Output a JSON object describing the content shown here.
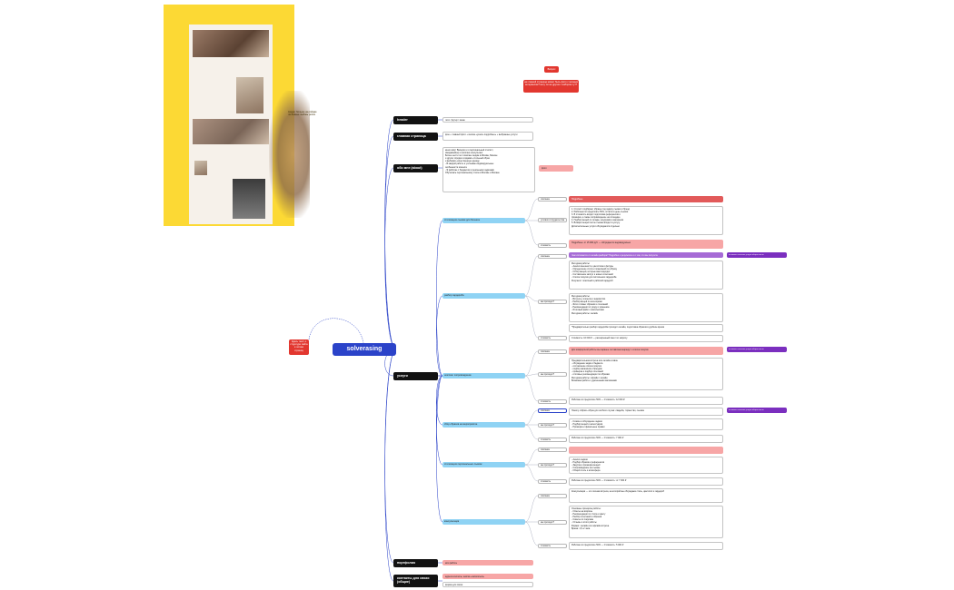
{
  "root": {
    "label": "solverasing"
  },
  "preview": {
    "caption": "Акцент больше на рэйдже ля безные любовь ролик"
  },
  "note_top": {
    "title": "Вопрос",
    "text": "на главной странице может быть фото с мизным интервалом? могу ли на другие с набором тут?"
  },
  "note_left": {
    "text": "Здесь текст о структуре сайта и логике страниц"
  },
  "sections": {
    "header": {
      "title": "header",
      "note": "лого / футер / меню"
    },
    "main": {
      "title": "главная страница",
      "note": "фон + главный фото + кнопка «узнать подробнее» + выбранные услуги"
    },
    "about": {
      "title": "обо мне (about)",
      "tag": "фото",
      "text": [
        "меня зовут Валерия и я персональный стилист,",
        "имиджмейкер и шоппинг-консультант",
        "Более шести лет помогаю людям в Москве, Минске",
        "и других городах создавать стильный образ",
        "и выбирать качественную одежду",
        "- В каждой работе я учитываю индивидуальные",
        "особенности клиента",
        "- Я работаю с бюджетом и реальными задачами",
        "Обучалась персональному стилю в Москве и Милане"
      ]
    },
    "services": {
      "title": "услуги"
    },
    "portfolio": {
      "title": "портфолио",
      "note": "мои работы"
    },
    "contacts": {
      "title": "контакты для связи (общие)",
      "note": "адреса контакты, кнопка «записаться»",
      "note2": "форма для связи"
    }
  },
  "side_tag": "на макет спасены услуги общая часть",
  "services": [
    {
      "name": "стилизация съемки для бизнеса",
      "rows": [
        {
          "label": "описание",
          "note": "Подробнее"
        },
        {
          "label": "условия сотрудничества",
          "text": [
            "1. Стилист подбирает образы под задачу съемки и бренд",
            "2. Работаем по предоплате 50%, остаток в день съемки",
            "3. В стоимость входит подготовка референсов и",
            "   примерка, а также сопровождение на площадке",
            "4. Подбор вещей со склада, шоурумов и магазинов",
            "5. Возврат вещей после съемки входит в услугу",
            "Дополнительные услуги обсуждаются отдельно"
          ]
        },
        {
          "label": "стоимость",
          "note": "Подробнее: от 15 000 руб. — обсуждается индивидуально"
        }
      ]
    },
    {
      "name": "разбор гардероба",
      "head": "Чем отличается от онлайн разбора? Подробно о результате и о том, что вы получите",
      "rows": [
        {
          "label": "описание",
          "text": [
            "Методика работы:",
            "- Анализ внешности, цветотипа и фигуры",
            "- Определение стиля и пожеланий по образу",
            "- Отбор вещей, которые вам подходят",
            "- Составление капсул и новых сочетаний",
            "- Список покупок для пополнения гардероба",
            "Результат: понятный и рабочий гардероб"
          ]
        },
        {
          "label": "как проходит?",
          "text": [
            "Методика работы:",
            "- Встреча у клиента и знакомство",
            "- Разбор вещей по категориям",
            "- Фото готовых образов и сочетаний",
            "- Рекомендации по уходу и хранению",
            "- Итоговый файл с комплектами",
            "Методика работы: онлайн"
          ]
        },
        {
          "label": "",
          "note": "*Предварительно разбор гардероба проходит онлайн, подготовка образов в удобное время"
        },
        {
          "label": "стоимость",
          "note": "Стоимость: 10 000 ₽ — расширенный пакет по запросу"
        }
      ]
    },
    {
      "name": "шоппинг сопровождение",
      "rows": [
        {
          "label": "описание",
          "note": "Для комфортной работы мы заранее составляем маршрут и список покупок"
        },
        {
          "label": "как проходит?",
          "text": [
            "Предварительная встреча или онлайн созвон",
            "- обсуждение задач и бюджета",
            "- составление списка покупок",
            "- подбор магазинов и брендов",
            "- примерка и подбор сочетаний",
            "- итоговые рекомендации по образам",
            "Методика работы: офлайн / онлайн",
            "Возможна работа с удаленными магазинами"
          ]
        },
        {
          "label": "стоимость",
          "note": "Работаю по предоплате 50% — Стоимость: 12 000 ₽"
        }
      ]
    },
    {
      "name": "сбор образов на мероприятие",
      "rows": [
        {
          "label": "описание",
          "note": "Помогу собрать образ для особого случая: свадьба, торжество, съемка"
        },
        {
          "label": "как проходит?",
          "text": [
            "- Созвон и обсуждение задачи",
            "- Подбор вещей и аксессуаров",
            "- Примерка и финальные правки"
          ]
        },
        {
          "label": "стоимость",
          "note": "Работаю по предоплате 50% — Стоимость: 7 000 ₽"
        }
      ]
    },
    {
      "name": "стилизация персональных съемок",
      "rows": [
        {
          "label": "описание",
          "note": ""
        },
        {
          "label": "как проходит?",
          "text": [
            "- Анализ задачи",
            "- Подбор образов и референсов",
            "- Закупка и примерка вещей",
            "- Сопровождение на съемке",
            "- Общий стиль и атмосфера"
          ]
        },
        {
          "label": "стоимость",
          "note": "Работаю по предоплате 50% — Стоимость: от 7 000 ₽"
        }
      ]
    },
    {
      "name": "консультация",
      "rows": [
        {
          "label": "описание",
          "note": "Консультация — это личная встреча, на которой мы обсуждаем стиль, цветотип и гардероб"
        },
        {
          "label": "как проходит?",
          "text": [
            "Основные принципы работы:",
            "- Ответы на вопросы",
            "- Рекомендации по стилю и цвету",
            "- Разбор сочетаний и образов",
            "- Советы по покупкам",
            "- Отзывы и итоги работы",
            "Формат: онлайн или офлайн встреча",
            "Время: 1,5–2 часа"
          ]
        },
        {
          "label": "стоимость",
          "note": "Работаю по предоплате 50% — Стоимость: 5 000 ₽"
        }
      ]
    }
  ]
}
